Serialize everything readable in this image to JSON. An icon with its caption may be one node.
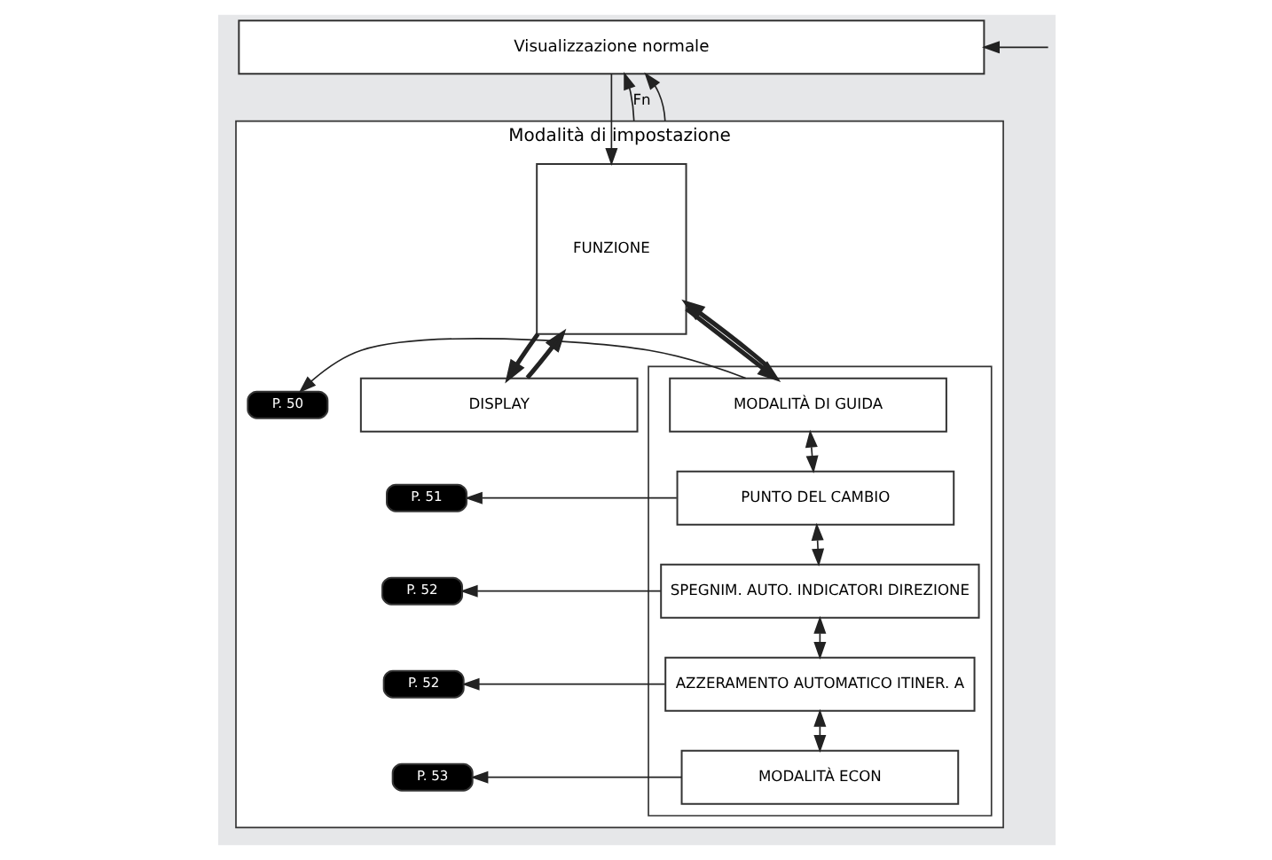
{
  "diagram": {
    "nodes": [
      {
        "text": [
          "Visualizzazione normale"
        ]
      },
      {
        "text": [
          "Modalità di impostazione"
        ]
      },
      {
        "text": [
          "FUNZIONE"
        ],
        "in": 1
      },
      {
        "text": [],
        "shape": "box",
        "in": 1
      },
      {
        "text": [
          "MODALITÀ DI GUIDA"
        ],
        "in": 3
      },
      {
        "text": [
          "P. 50"
        ],
        "in": 1
      },
      {
        "text": [
          "PUNTO DEL CAMBIO"
        ],
        "in": 3
      },
      {
        "text": [
          "P. 51"
        ],
        "in": 1
      },
      {
        "text": [
          "SPEGNIM. AUTO. INDICATORI DIREZIONE"
        ],
        "in": 3
      },
      {
        "text": [
          "P. 52"
        ],
        "in": 1
      },
      {
        "text": [
          "AZZERAMENTO AUTOMATICO ITINER. A"
        ],
        "in": 3
      },
      {
        "text": [
          "P. 52"
        ],
        "in": 1
      },
      {
        "text": [
          "MODALITÀ ECON"
        ],
        "in": 3
      },
      {
        "text": [
          "P. 53"
        ],
        "in": 1
      },
      {
        "text": [
          "DISPLAY"
        ],
        "in": 1
      }
    ],
    "edges": [
      {
        "from": 0,
        "to": 2,
        "arrow": "to"
      },
      {
        "from": 1,
        "to": 0,
        "arrow": "to",
        "label": "Fn"
      },
      {
        "from": 2,
        "to": 4,
        "arrow": "to",
        "style": "thick"
      },
      {
        "from": 3,
        "to": 2,
        "arrow": "to",
        "style": "thick"
      },
      {
        "from": 4,
        "to": 6,
        "arrow": "both"
      },
      {
        "from": 6,
        "to": 8,
        "arrow": "both"
      },
      {
        "from": 8,
        "to": 10,
        "arrow": "both"
      },
      {
        "from": 10,
        "to": 12,
        "arrow": "both"
      },
      {
        "from": 4,
        "to": 5,
        "arrow": "to"
      },
      {
        "from": 6,
        "to": 7,
        "arrow": "to"
      },
      {
        "from": 8,
        "to": 9,
        "arrow": "to"
      },
      {
        "from": 10,
        "to": 11,
        "arrow": "to"
      },
      {
        "from": 12,
        "to": 13,
        "arrow": "to"
      },
      {
        "from": 2,
        "to": 14,
        "arrow": "to",
        "style": "thick"
      },
      {
        "from": 14,
        "to": 2,
        "arrow": "to",
        "style": "thick"
      },
      {
        "from": 1,
        "to": 0,
        "arrow": "to"
      },
      {
        "from": null,
        "to": 0,
        "arrow": "to"
      }
    ]
  }
}
